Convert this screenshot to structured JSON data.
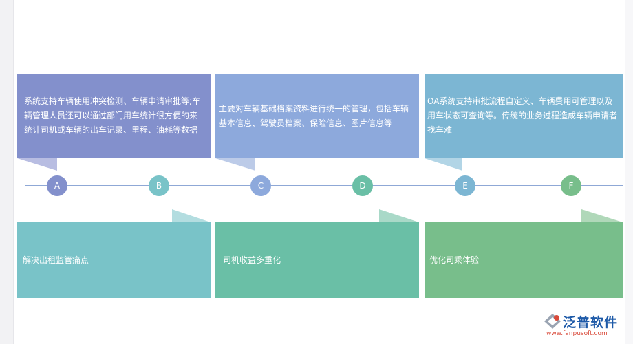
{
  "top_cards": [
    {
      "text": "系统支持车辆使用冲突检测、车辆申请审批等;车辆管理人员还可以通过部门用车统计很方便的来统计司机或车辆的出车记录、里程、油耗等数据",
      "color": "#8390cc"
    },
    {
      "text": "主要对车辆基础档案资料进行统一的管理，包括车辆基本信息、驾驶员档案、保险信息、图片信息等",
      "color": "#8da9dc"
    },
    {
      "text": "OA系统支持审批流程自定义、车辆费用可管理以及用车状态可查询等。传统的业务过程造成车辆申请者找车难",
      "color": "#7cb6d3"
    }
  ],
  "bottom_cards": [
    {
      "text": "解决出租监管痛点",
      "color": "#79c3c8"
    },
    {
      "text": "司机收益多重化",
      "color": "#6abfa6"
    },
    {
      "text": "优化司乘体验",
      "color": "#78be8b"
    }
  ],
  "nodes": [
    {
      "label": "A",
      "color": "#8390cc"
    },
    {
      "label": "B",
      "color": "#79c3c8"
    },
    {
      "label": "C",
      "color": "#8da9dc"
    },
    {
      "label": "D",
      "color": "#6abfa6"
    },
    {
      "label": "E",
      "color": "#7cb6d3"
    },
    {
      "label": "F",
      "color": "#78be8b"
    }
  ],
  "logo": {
    "name": "泛普软件",
    "url": "www.fanpusoft.com"
  }
}
